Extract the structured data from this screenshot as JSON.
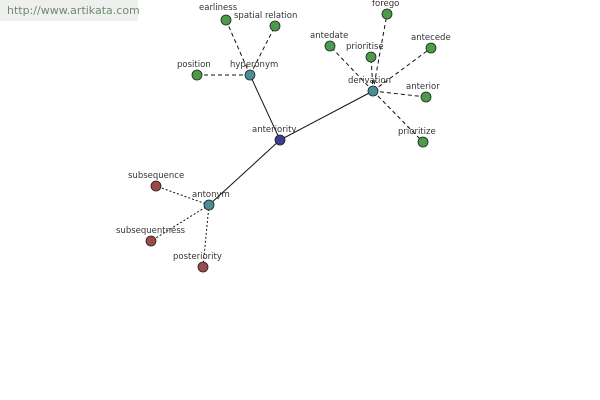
{
  "source_url": "http://www.artikata.com",
  "colors": {
    "center": "#3d3d8c",
    "hub": "#4a8e96",
    "green_leaf": "#4b9b4b",
    "red_leaf": "#9b4a4a"
  },
  "graph": {
    "center": {
      "label": "anteriority"
    },
    "hubs": {
      "hyperonym": {
        "label": "hyperonym"
      },
      "derivation": {
        "label": "derivation"
      },
      "antonym": {
        "label": "antonym"
      }
    },
    "leaves": {
      "earliness": {
        "label": "earliness"
      },
      "spatial_relation": {
        "label": "spatial relation"
      },
      "position": {
        "label": "position"
      },
      "forego": {
        "label": "forego"
      },
      "antedate": {
        "label": "antedate"
      },
      "prioritise": {
        "label": "prioritise"
      },
      "antecede": {
        "label": "antecede"
      },
      "anterior": {
        "label": "anterior"
      },
      "prioritize": {
        "label": "prioritize"
      },
      "subsequence": {
        "label": "subsequence"
      },
      "subsequentness": {
        "label": "subsequentness"
      },
      "posteriority": {
        "label": "posteriority"
      }
    }
  }
}
